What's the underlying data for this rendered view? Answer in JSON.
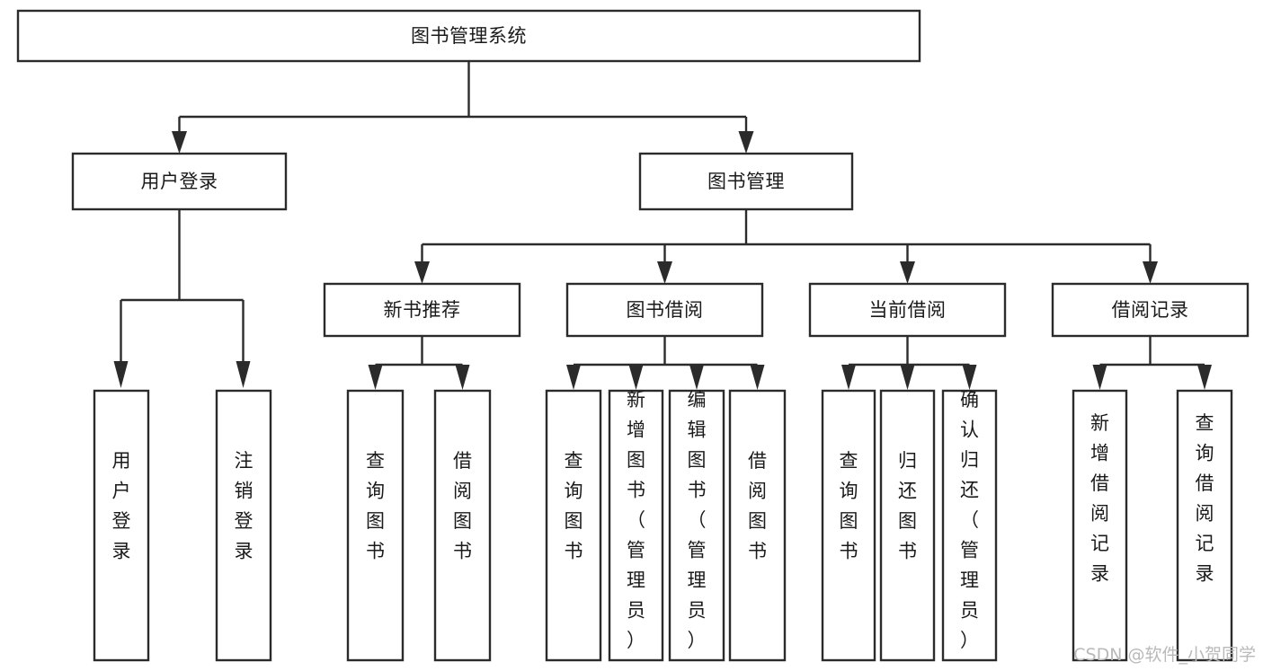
{
  "diagram": {
    "type": "tree",
    "title": "图书管理系统",
    "orientation": "top-down",
    "colors": {
      "box_stroke": "#2b2b2b",
      "box_fill": "#ffffff",
      "connector": "#2b2b2b",
      "text": "#1a1a1a",
      "background": "#ffffff",
      "watermark": "#b9b9b9"
    },
    "root": {
      "id": "root",
      "label": "图书管理系统"
    },
    "level2": [
      {
        "id": "user-login",
        "label": "用户登录"
      },
      {
        "id": "book-manage",
        "label": "图书管理"
      }
    ],
    "level3": [
      {
        "id": "new-book-recommend",
        "label": "新书推荐",
        "parent": "book-manage"
      },
      {
        "id": "book-borrow",
        "label": "图书借阅",
        "parent": "book-manage"
      },
      {
        "id": "current-borrow",
        "label": "当前借阅",
        "parent": "book-manage"
      },
      {
        "id": "borrow-record",
        "label": "借阅记录",
        "parent": "book-manage"
      }
    ],
    "leaves": [
      {
        "id": "leaf-user-login",
        "label": "用户登录",
        "parent": "user-login"
      },
      {
        "id": "leaf-user-logout",
        "label": "注销登录",
        "parent": "user-login"
      },
      {
        "id": "leaf-query-book-1",
        "label": "查询图书",
        "parent": "new-book-recommend"
      },
      {
        "id": "leaf-borrow-book-1",
        "label": "借阅图书",
        "parent": "new-book-recommend"
      },
      {
        "id": "leaf-query-book-2",
        "label": "查询图书",
        "parent": "book-borrow"
      },
      {
        "id": "leaf-add-book",
        "label": "新增图书（管理员）",
        "parent": "book-borrow"
      },
      {
        "id": "leaf-edit-book",
        "label": "编辑图书（管理员）",
        "parent": "book-borrow"
      },
      {
        "id": "leaf-borrow-book-2",
        "label": "借阅图书",
        "parent": "book-borrow"
      },
      {
        "id": "leaf-query-book-3",
        "label": "查询图书",
        "parent": "current-borrow"
      },
      {
        "id": "leaf-return-book",
        "label": "归还图书",
        "parent": "current-borrow"
      },
      {
        "id": "leaf-confirm-return",
        "label": "确认归还（管理员）",
        "parent": "current-borrow"
      },
      {
        "id": "leaf-add-record",
        "label": "新增借阅记录",
        "parent": "borrow-record"
      },
      {
        "id": "leaf-query-record",
        "label": "查询借阅记录",
        "parent": "borrow-record"
      }
    ]
  },
  "watermark": {
    "text": "CSDN @软件_小贺同学"
  }
}
